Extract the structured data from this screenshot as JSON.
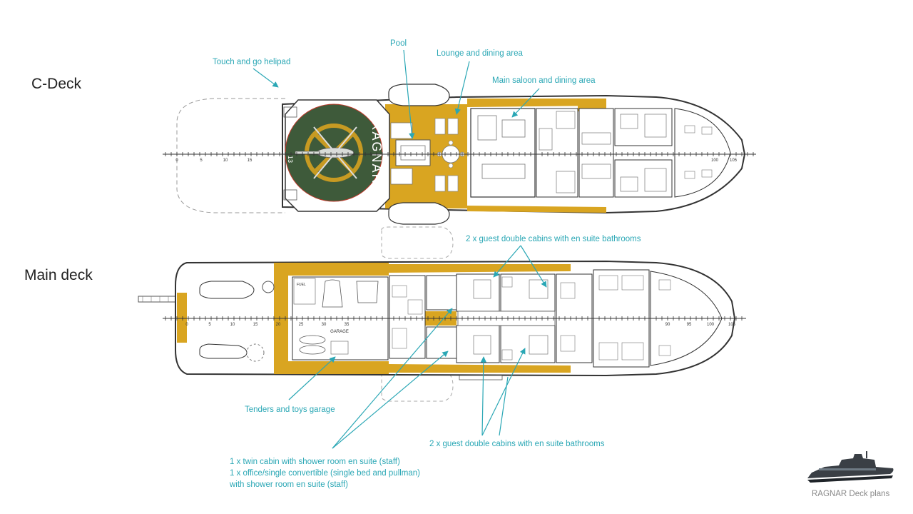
{
  "c_deck": {
    "title": "C-Deck",
    "hull_name": "RAGNAR",
    "helipad_number": "13",
    "scale_labels": [
      "0",
      "5",
      "10",
      "15"
    ],
    "callouts": {
      "helipad": "Touch and go helipad",
      "pool": "Pool",
      "lounge": "Lounge  and dining area",
      "saloon": "Main saloon and dining area"
    },
    "bow_scale": [
      "100",
      "105"
    ]
  },
  "main_deck": {
    "title": "Main deck",
    "scale_labels": [
      "0",
      "5",
      "10",
      "15",
      "20",
      "25",
      "30",
      "35"
    ],
    "bow_scale": [
      "90",
      "95",
      "100",
      "105"
    ],
    "garage_label": "GARAGE",
    "fuel_label": "FUEL",
    "callouts": {
      "cabins_top": "2 x guest double cabins with en suite bathrooms",
      "cabins_bottom": "2 x guest double cabins with en suite bathrooms",
      "garage": "Tenders and toys garage",
      "staff_lines": [
        "1 x twin cabin with shower room en suite (staff)",
        "1 x office/single convertible (single bed and pullman)",
        "with shower room en suite (staff)"
      ]
    }
  },
  "caption": "RAGNAR Deck plans",
  "colors": {
    "callout": "#2aa7b5",
    "deck": "#d9a521",
    "helipad": "#3e5a3a",
    "helipad_ring": "#c79a22",
    "line": "#333333"
  }
}
